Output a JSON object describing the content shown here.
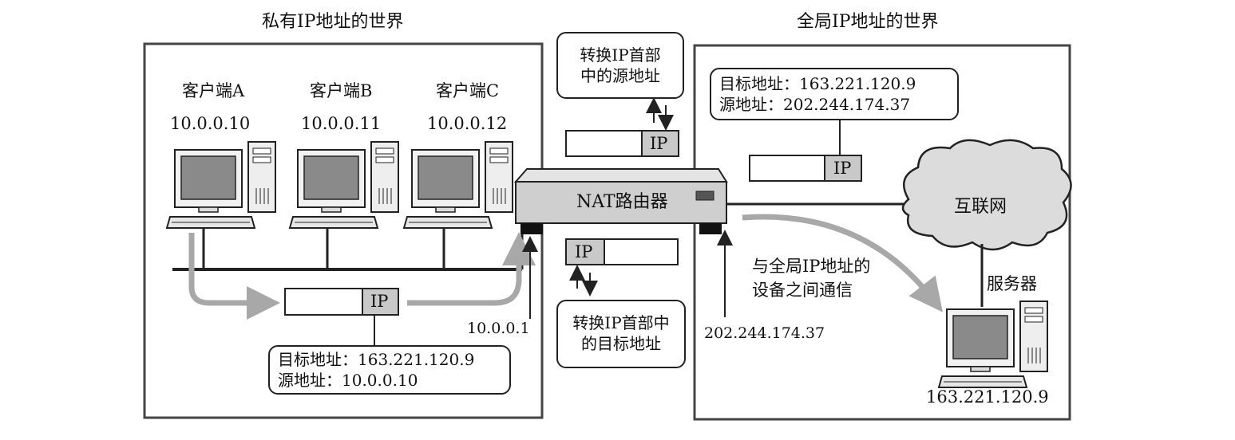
{
  "private_world": {
    "title": "私有IP地址的世界",
    "clients": [
      {
        "name": "客户端A",
        "ip": "10.0.0.10"
      },
      {
        "name": "客户端B",
        "ip": "10.0.0.11"
      },
      {
        "name": "客户端C",
        "ip": "10.0.0.12"
      }
    ],
    "packet_label": "IP",
    "packet_callout": {
      "dest_line": "目标地址：163.221.120.9",
      "src_line": "源地址：10.0.0.10"
    },
    "router_inside_ip": "10.0.0.1"
  },
  "global_world": {
    "title": "全局IP地址的世界",
    "packet_label": "IP",
    "packet_callout": {
      "dest_line": "目标地址：163.221.120.9",
      "src_line": "源地址：202.244.174.37"
    },
    "internet_label": "互联网",
    "server_label": "服务器",
    "server_ip": "163.221.120.9",
    "router_outside_ip": "202.244.174.37",
    "flow_note_line1": "与全局IP地址的",
    "flow_note_line2": "设备之间通信"
  },
  "router": {
    "label": "NAT路由器",
    "top_note_line1": "转换IP首部",
    "top_note_line2": "中的源地址",
    "top_packet_label": "IP",
    "bottom_packet_label": "IP",
    "bottom_note_line1": "转换IP首部中",
    "bottom_note_line2": "的目标地址"
  },
  "colors": {
    "stroke": "#222222",
    "packet_fill": "#c9c9c9",
    "router_fill": "#cfcfcf",
    "flow_arrow": "#a8a8a8",
    "screen_fill": "#8a8a8a",
    "cloud_fill": "#dcdcdc"
  },
  "icons": {
    "client": "desktop-computer-icon",
    "server": "desktop-computer-icon",
    "internet": "cloud-icon",
    "router": "router-icon"
  }
}
